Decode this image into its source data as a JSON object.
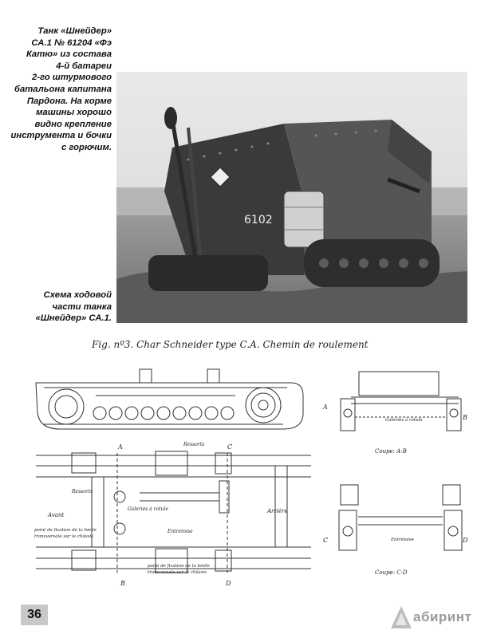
{
  "caption_top": {
    "lines": [
      "Танк «Шнейдер»",
      "СА.1 № 61204 «Фэ",
      "Катю» из состава",
      "4-й батареи",
      "2-го штурмового",
      "батальона капитана",
      "Пардона. На корме",
      "машины хорошо",
      "видно крепление",
      "инструмента и бочки",
      "с горючим."
    ]
  },
  "caption_mid": {
    "lines": [
      "Схема ходовой",
      "части танка",
      "«Шнейдер» СА.1."
    ]
  },
  "photo": {
    "hull_number": "6102"
  },
  "drawing": {
    "title": "Fig. nº3. Char Schneider type C.A. Chemin de roulement",
    "labels": {
      "a_top": "A",
      "c_top": "C",
      "b_bottom": "B",
      "d_bottom": "D",
      "ressorts_top": "Ressorts",
      "ressorts_left": "Ressorts",
      "galeries": "Galeries à rotule",
      "entretoise": "Entretoise",
      "arriere": "Arrière",
      "avant": "Avant",
      "fixation_1a": "point de fixation de la bielle",
      "fixation_1b": "transversale sur le châssis",
      "fixation_2a": "point de fixation de la bielle",
      "fixation_2b": "transversale sur le châssis",
      "sec_a": "A",
      "sec_b": "B",
      "sec_c": "C",
      "sec_d": "D",
      "galeries_right": "Galeries à rotule",
      "entretoise_right": "Entretoise",
      "coupe_ab": "Coupe: A·B",
      "coupe_cd": "Coupe: C·D"
    }
  },
  "page": {
    "number": "36"
  },
  "watermark": {
    "text": "абиринт"
  }
}
